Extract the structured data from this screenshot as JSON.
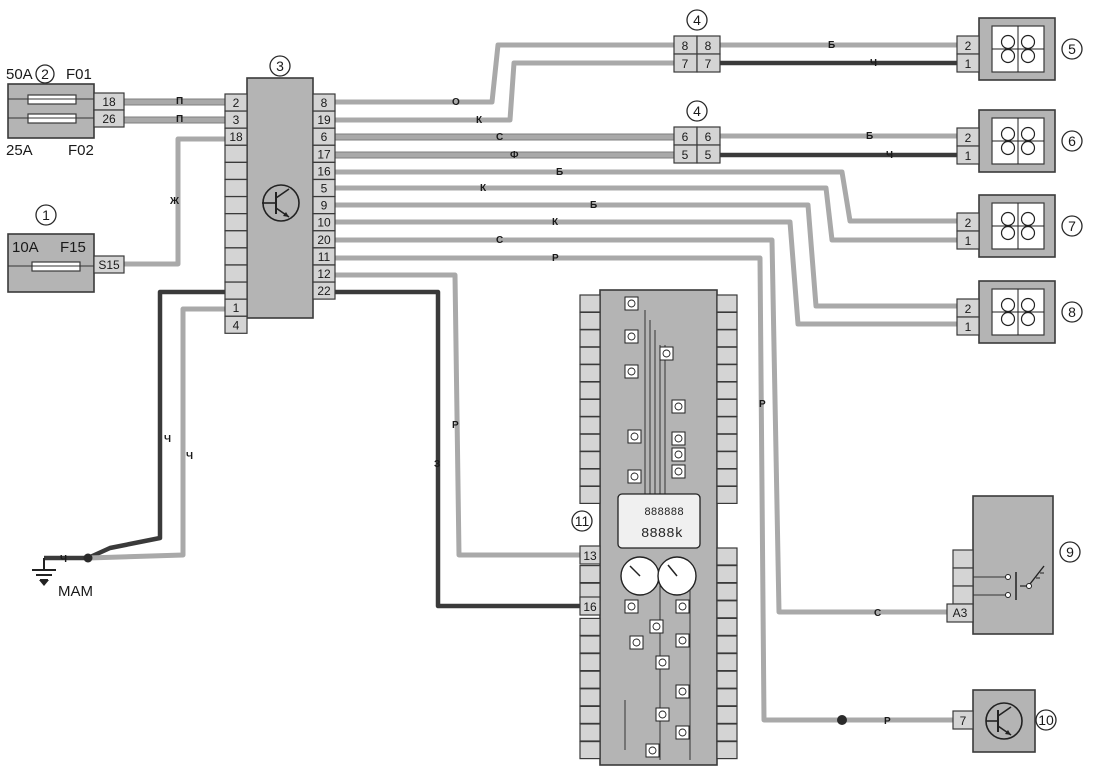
{
  "components": {
    "c1": {
      "num": "1",
      "rating": "10A",
      "fuse": "F15",
      "pin": "S15"
    },
    "c2": {
      "num": "2",
      "rating_top": "50A",
      "fuse_top": "F01",
      "rating_bottom": "25A",
      "fuse_bottom": "F02",
      "pins": [
        "18",
        "26"
      ]
    },
    "c3": {
      "num": "3",
      "left_pins": [
        "2",
        "3",
        "18",
        "1",
        "4"
      ],
      "right_pins": [
        "8",
        "19",
        "6",
        "17",
        "16",
        "5",
        "9",
        "10",
        "20",
        "11",
        "12",
        "22"
      ]
    },
    "c4": {
      "num": "4",
      "pins_top": [
        "8",
        "8",
        "7",
        "7"
      ],
      "pins_bottom": [
        "6",
        "6",
        "5",
        "5"
      ]
    },
    "c5": {
      "num": "5",
      "pins": [
        "2",
        "1"
      ]
    },
    "c6": {
      "num": "6",
      "pins": [
        "2",
        "1"
      ]
    },
    "c7": {
      "num": "7",
      "pins": [
        "2",
        "1"
      ]
    },
    "c8": {
      "num": "8",
      "pins": [
        "2",
        "1"
      ]
    },
    "c9": {
      "num": "9",
      "pin": "A3"
    },
    "c10": {
      "num": "10",
      "pin": "7"
    },
    "c11": {
      "num": "11",
      "pins": [
        "13",
        "16"
      ],
      "display_top": "888888",
      "display_bottom": "8888k"
    }
  },
  "ground": {
    "label": "МАМ"
  },
  "wire_labels": {
    "p1": "П",
    "p2": "П",
    "zh": "Ж",
    "o": "О",
    "k1": "К",
    "b1": "Б",
    "ch1": "Ч",
    "s1": "С",
    "f": "Ф",
    "b2": "Б",
    "ch2": "Ч",
    "b3": "Б",
    "k2": "К",
    "b4": "Б",
    "k3": "К",
    "s2": "С",
    "r1": "Р",
    "r2": "Р",
    "r3": "Р",
    "z": "З",
    "ch3": "Ч",
    "ch4": "Ч",
    "ch5": "Ч",
    "s3": "С",
    "r4": "Р"
  }
}
